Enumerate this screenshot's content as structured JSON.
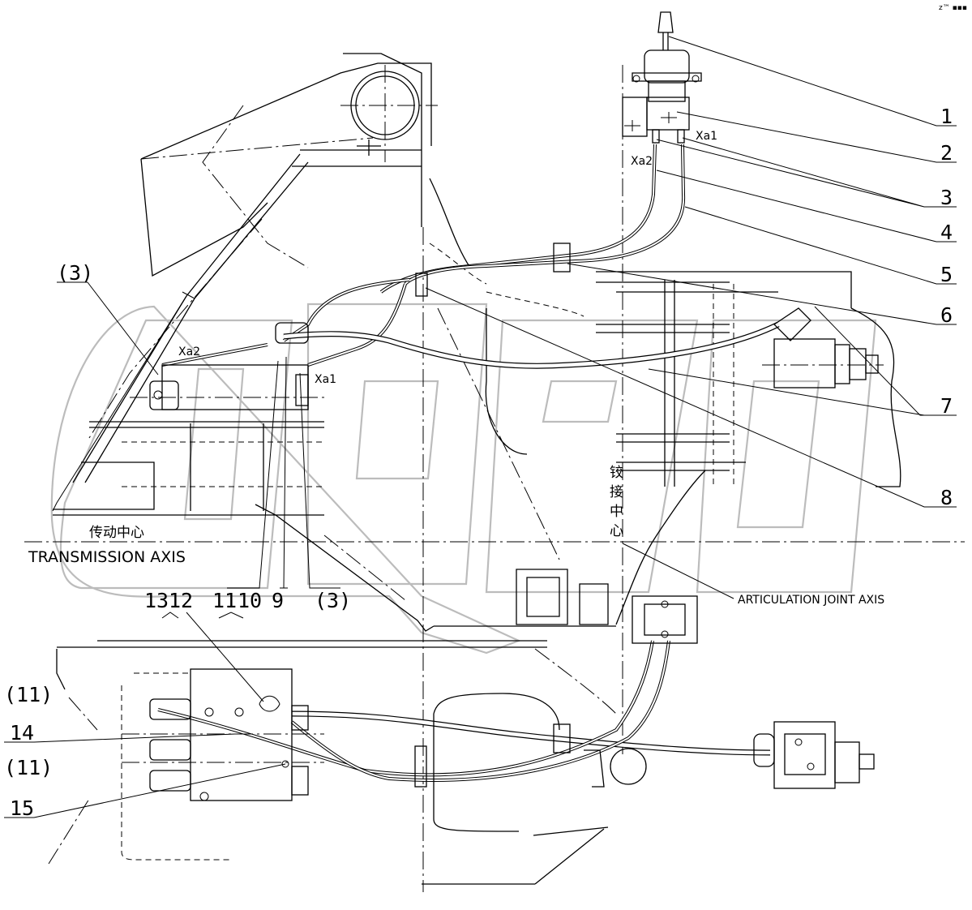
{
  "page": {
    "corner_mark": "z™ ▪▪▪"
  },
  "watermark": {
    "text": "OPEX"
  },
  "callouts": {
    "c1": "1",
    "c2": "2",
    "c3": "3",
    "c4": "4",
    "c5": "5",
    "c6": "6",
    "c7": "7",
    "c8": "8",
    "c9": "9",
    "c10": "10",
    "c11": "11",
    "c12": "12",
    "c13": "13",
    "c14": "14",
    "c15": "15",
    "p3_left": "(3)",
    "p3_bottom": "(3)",
    "p11_a": "(11)",
    "p11_b": "(11)"
  },
  "ports": {
    "top_xa1": "Xa1",
    "top_xa2": "Xa2",
    "mid_xa2": "Xa2",
    "mid_xa1": "Xa1"
  },
  "labels": {
    "transmission_cn": "传动中心",
    "transmission_en": "TRANSMISSION AXIS",
    "articulation_cn": [
      "铰",
      "接",
      "中",
      "心"
    ],
    "articulation_en": "ARTICULATION JOINT AXIS"
  },
  "icons": [
    "control-lever-icon",
    "pilot-valve-icon",
    "hose-clamp-icon",
    "pump-icon",
    "control-valve-block-icon"
  ]
}
